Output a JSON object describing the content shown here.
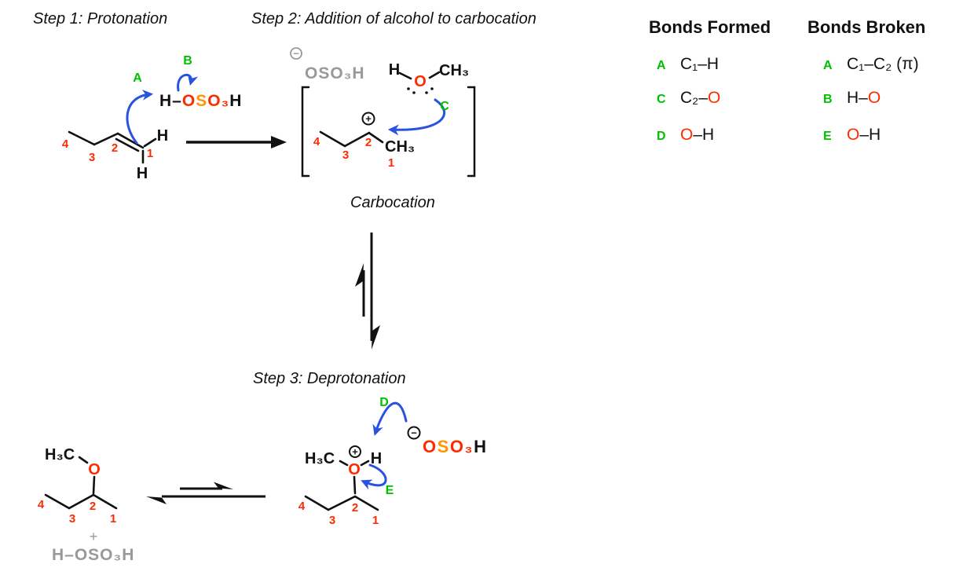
{
  "colors": {
    "red": "#ff2b00",
    "orange": "#ff9500",
    "green": "#00c000",
    "blue": "#2a52e0",
    "gray": "#999999",
    "black": "#111111"
  },
  "titles": {
    "step1": "Step 1: Protonation",
    "step2": "Step 2: Addition of alcohol to carbocation",
    "step3": "Step 3: Deprotonation",
    "carbocation": "Carbocation"
  },
  "step1": {
    "labels": {
      "a": "A",
      "b": "B"
    },
    "acid": {
      "h1": "H",
      "dash": "–",
      "o1": "O",
      "s": "S",
      "o3": "O₃",
      "h2": "H"
    },
    "alkene": {
      "h_top": "H",
      "h_bottom": "H",
      "c1": "1",
      "c2": "2",
      "c3": "3",
      "c4": "4"
    }
  },
  "step2": {
    "counterion": {
      "minus": "−",
      "text": "OSO₃H"
    },
    "methanol": {
      "h": "H",
      "o": "O",
      "ch3": "CH₃"
    },
    "label_c": "C",
    "cation": {
      "plus": "+",
      "ch3": "CH₃",
      "c1": "1",
      "c2": "2",
      "c3": "3",
      "c4": "4"
    }
  },
  "step3": {
    "labels": {
      "d": "D",
      "e": "E"
    },
    "oxonium": {
      "h3c": "H₃C",
      "o": "O",
      "h": "H",
      "plus": "+",
      "c1": "1",
      "c2": "2",
      "c3": "3",
      "c4": "4"
    },
    "counterion": {
      "minus": "−",
      "o1": "O",
      "s": "S",
      "o3": "O₃",
      "h": "H"
    }
  },
  "product": {
    "h3c": "H₃C",
    "o": "O",
    "c1": "1",
    "c2": "2",
    "c3": "3",
    "c4": "4",
    "plus": "+",
    "byproduct": "H–OSO₃H"
  },
  "tables": {
    "formed": {
      "header": "Bonds Formed",
      "rows": [
        {
          "key": "A",
          "seg1": "C₁–H",
          "seg2": ""
        },
        {
          "key": "C",
          "seg1": "C₂–",
          "seg2": "O"
        },
        {
          "key": "D",
          "seg1": "O",
          "seg2": "–H"
        }
      ]
    },
    "broken": {
      "header": "Bonds Broken",
      "rows": [
        {
          "key": "A",
          "seg1": "C₁–C₂ (π)",
          "seg2": ""
        },
        {
          "key": "B",
          "seg1": "H–",
          "seg2": "O"
        },
        {
          "key": "E",
          "seg1": "O",
          "seg2": "–H"
        }
      ]
    }
  }
}
